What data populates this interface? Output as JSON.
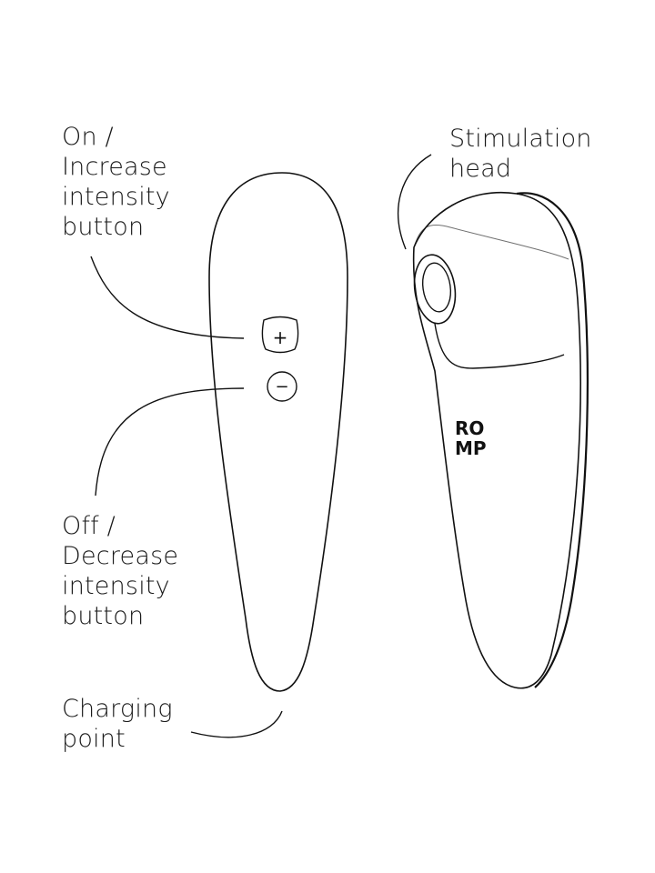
{
  "labels": {
    "on_increase": [
      "On /",
      "Increase",
      "intensity",
      "button"
    ],
    "stimulation_head": [
      "Stimulation",
      "head"
    ],
    "off_decrease": [
      "Off /",
      "Decrease",
      "intensity",
      "button"
    ],
    "charging_point": [
      "Charging",
      "point"
    ]
  },
  "buttons": {
    "plus": "+",
    "minus": "−"
  },
  "logo": {
    "line1": "RO",
    "line2": "MP"
  },
  "colors": {
    "line": "#111111",
    "text": "#1a1a1a",
    "background": "#ffffff"
  }
}
